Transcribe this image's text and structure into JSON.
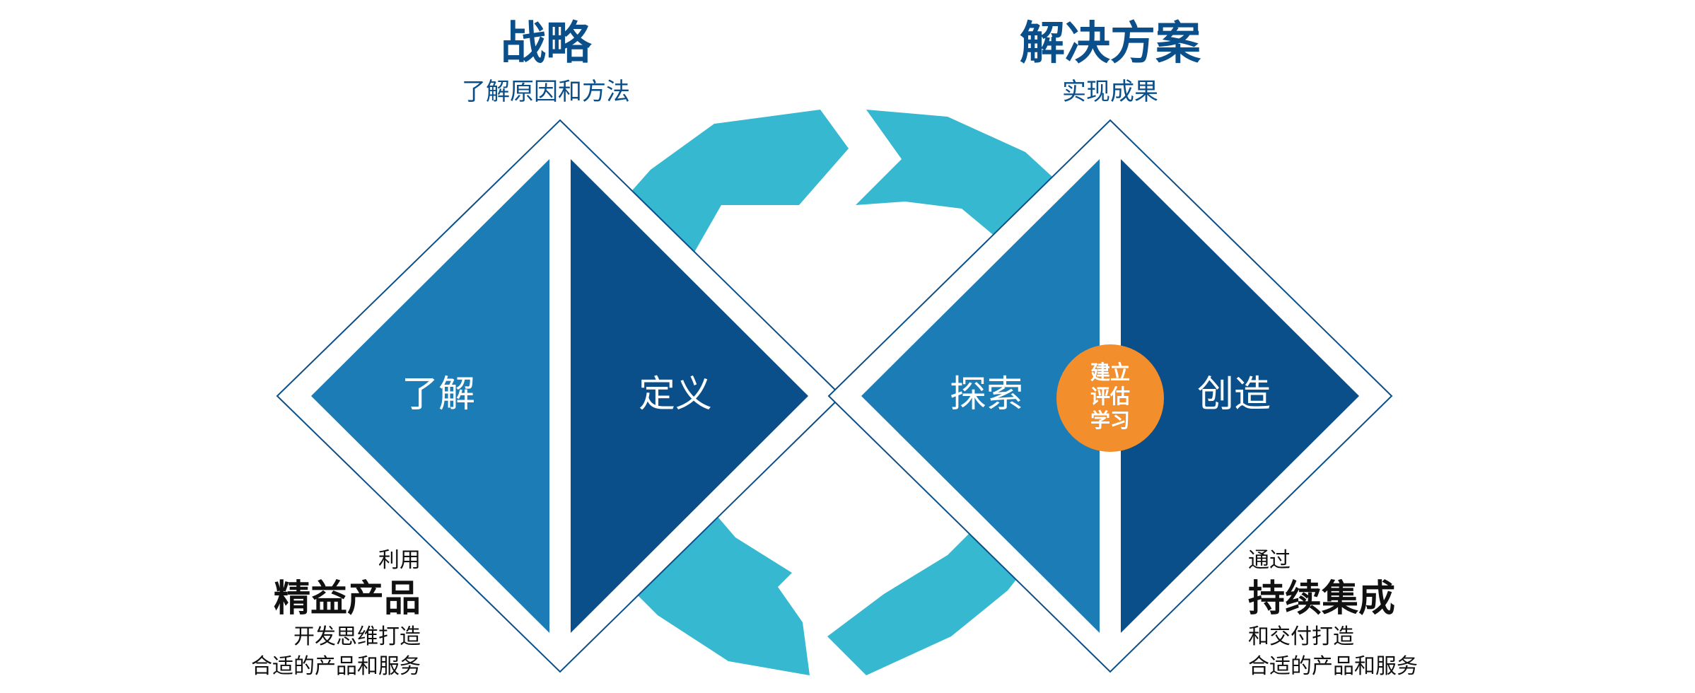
{
  "strategy": {
    "title": "战略",
    "subtitle": "了解原因和方法",
    "quadrants": [
      "了解",
      "定义"
    ]
  },
  "solution": {
    "title": "解决方案",
    "subtitle": "实现成果",
    "quadrants": [
      "探索",
      "创造"
    ]
  },
  "center_badge": [
    "建立",
    "评估",
    "学习"
  ],
  "left_note": {
    "prefix": "利用",
    "highlight": "精益产品",
    "lines": [
      "开发思维打造",
      "合适的产品和服务"
    ]
  },
  "right_note": {
    "prefix": "通过",
    "highlight": "持续集成",
    "lines": [
      "和交付打造",
      "合适的产品和服务"
    ]
  },
  "colors": {
    "navy": "#0b4f8a",
    "mid_blue": "#1c7cb5",
    "cycle_teal": "#35b8d0",
    "badge_orange": "#f28e2b",
    "outline": "#0b4f8a"
  }
}
